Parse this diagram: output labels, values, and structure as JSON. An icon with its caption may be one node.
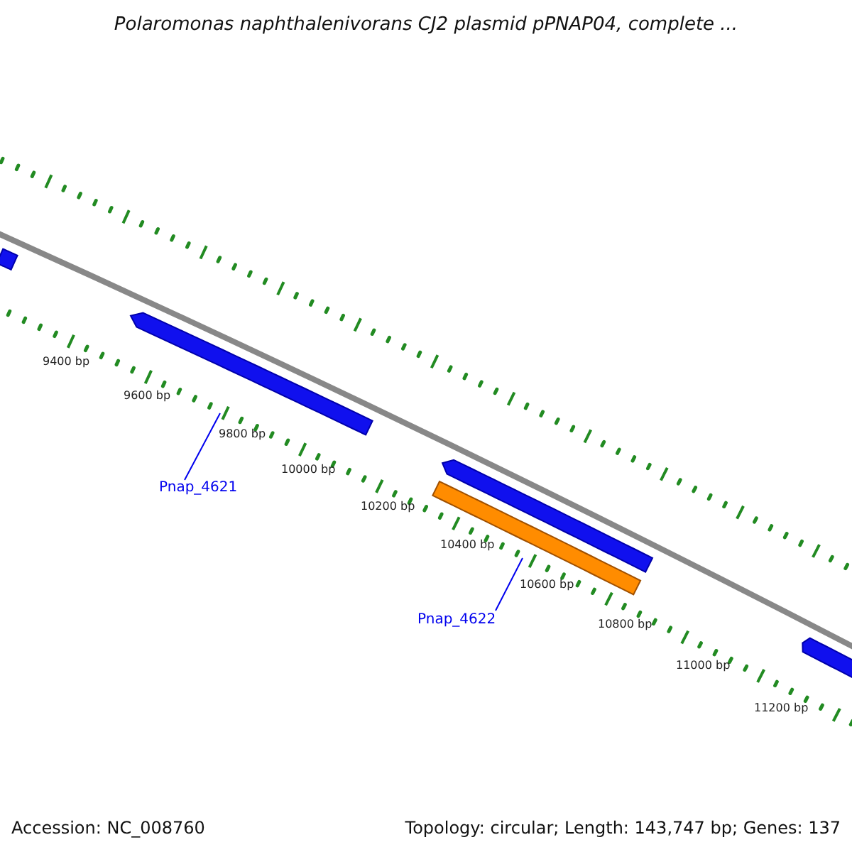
{
  "diagram": {
    "title": "Polaromonas naphthalenivorans CJ2 plasmid pPNAP04, complete ...",
    "nodes": [
      {
        "text": [
          "Pnap_4621"
        ]
      },
      {
        "text": [
          "Pnap_4622"
        ]
      }
    ],
    "edges": [
      {
        "from": 0,
        "to": null,
        "arrow": "none"
      },
      {
        "from": 1,
        "to": null,
        "arrow": "none"
      }
    ],
    "labels": [
      "9400 bp",
      "9600 bp",
      "9800 bp",
      "10000 bp",
      "10200 bp",
      "10400 bp",
      "10600 bp",
      "10800 bp",
      "11000 bp",
      "11200 bp",
      "Accession: NC_008760",
      "Topology: circular; Length: 143,747 bp; Genes: 137"
    ]
  }
}
